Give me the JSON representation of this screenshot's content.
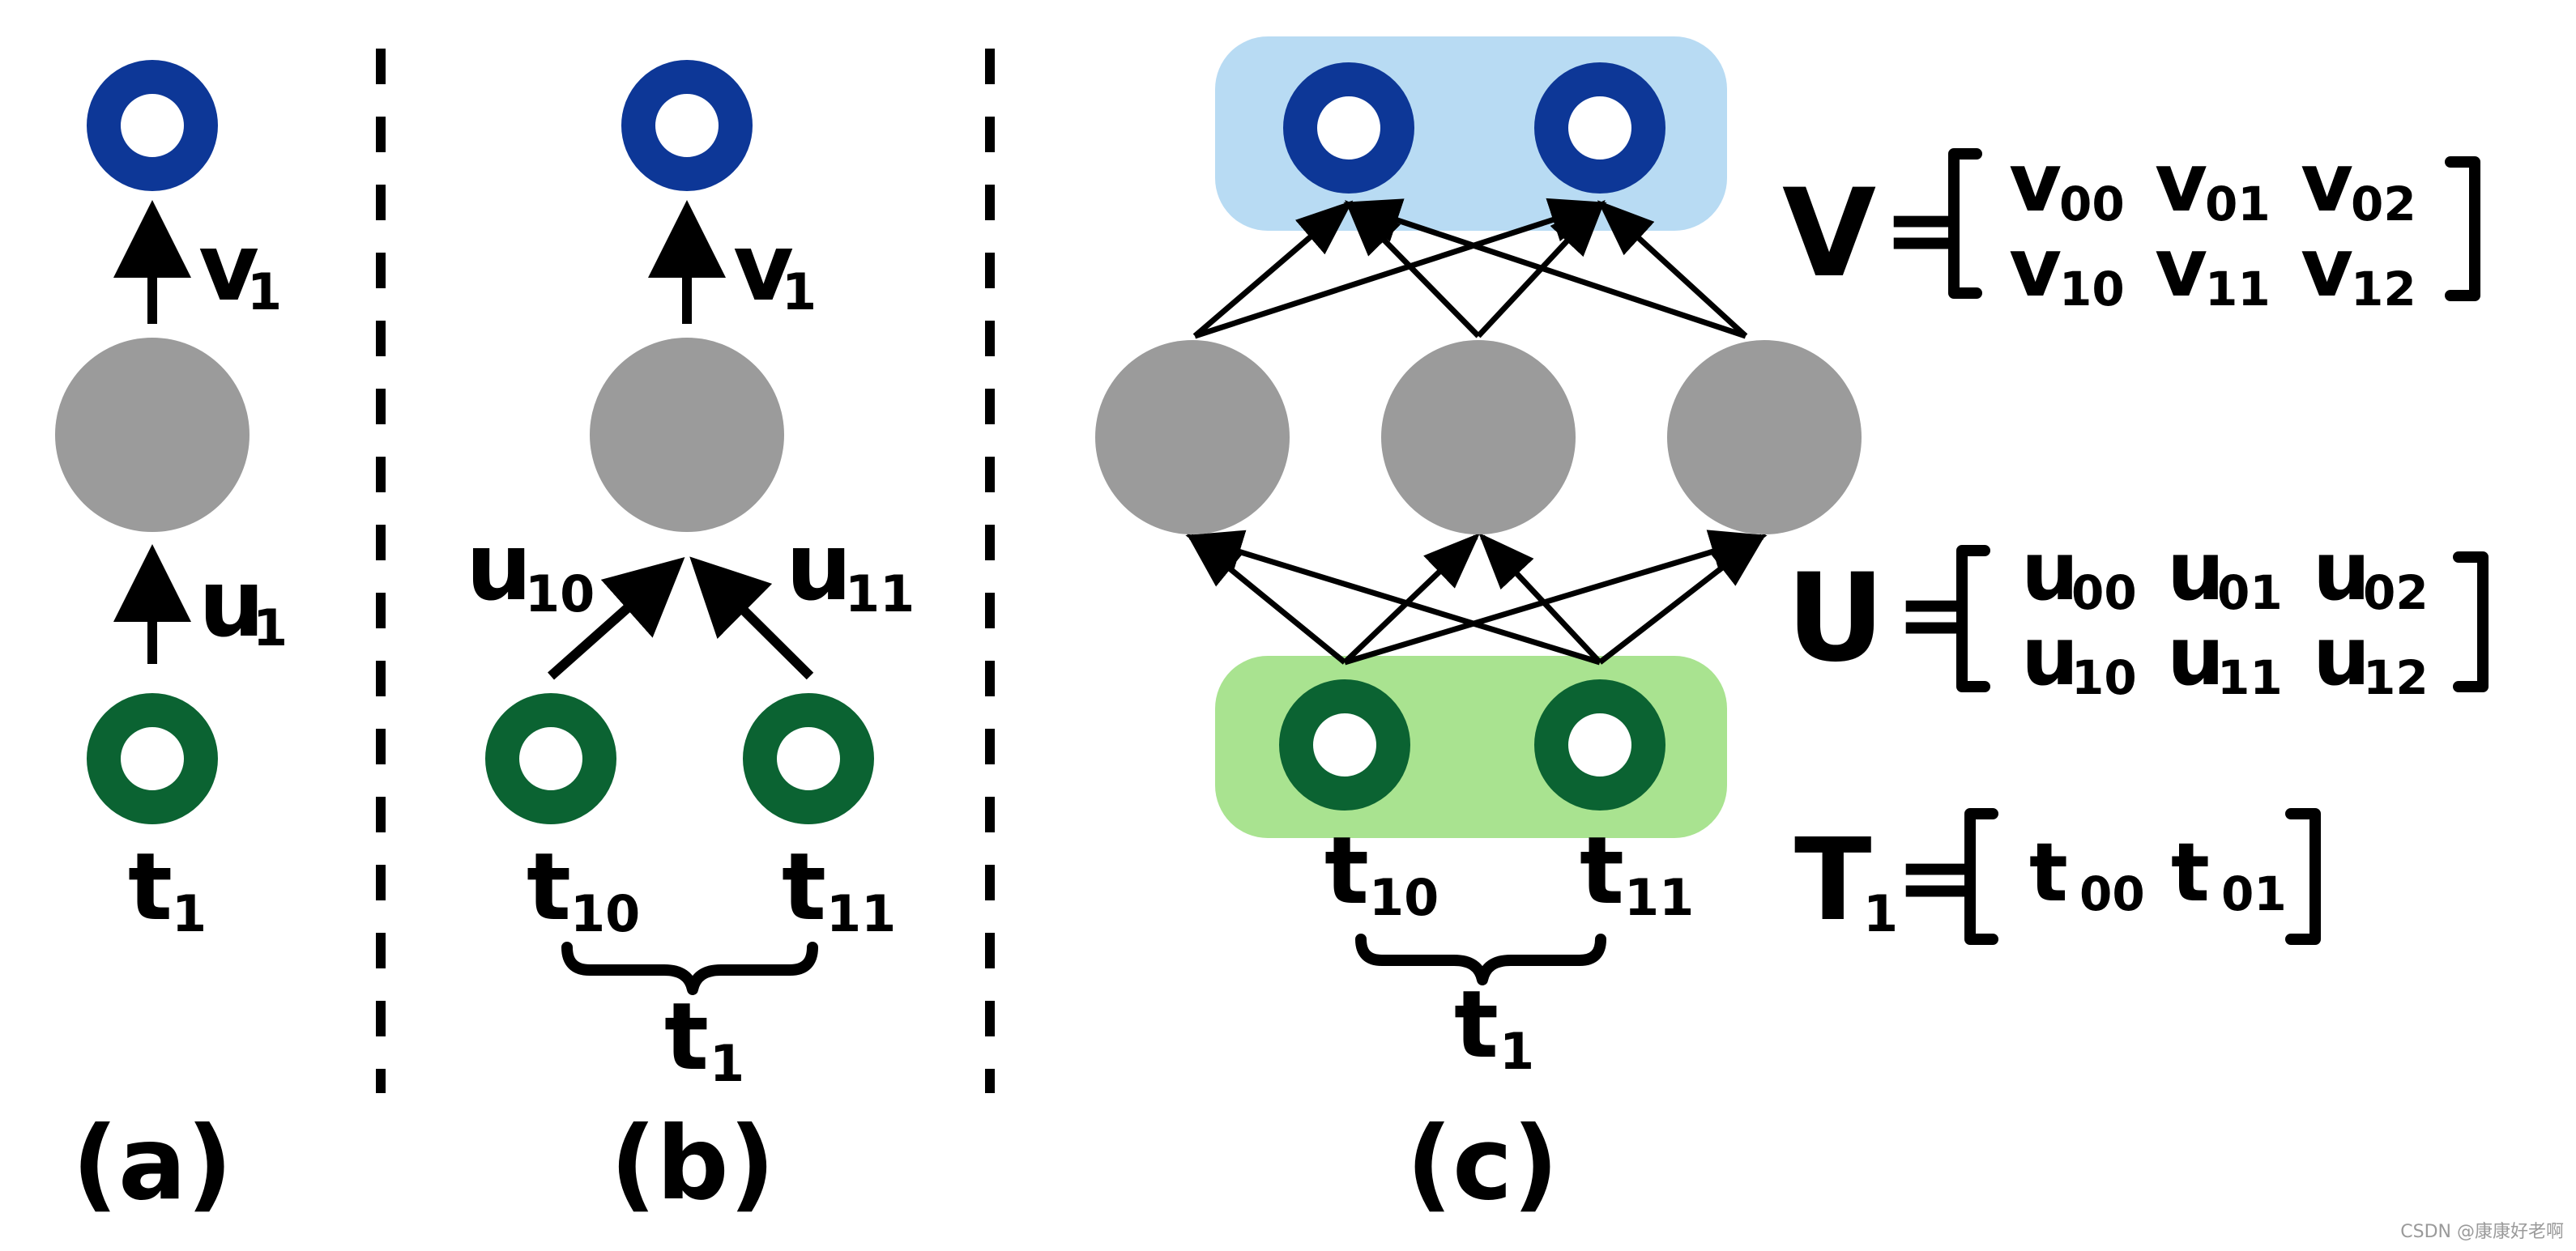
{
  "colors": {
    "output_node": "#0d3797",
    "input_node": "#0b6332",
    "hidden_node": "#9b9b9b",
    "output_group_bg": "#b8dbf3",
    "input_group_bg": "#a9e390",
    "line": "#000000"
  },
  "panel_a": {
    "caption": "(a)",
    "v_label": "v",
    "v_sub": "1",
    "u_label": "u",
    "u_sub": "1",
    "t_label": "t",
    "t_sub": "1"
  },
  "panel_b": {
    "caption": "(b)",
    "v_label": "v",
    "v_sub": "1",
    "u10_label": "u",
    "u10_sub": "10",
    "u11_label": "u",
    "u11_sub": "11",
    "t10_label": "t",
    "t10_sub": "10",
    "t11_label": "t",
    "t11_sub": "11",
    "t1_label": "t",
    "t1_sub": "1"
  },
  "panel_c": {
    "caption": "(c)",
    "t10_label": "t",
    "t10_sub": "10",
    "t11_label": "t",
    "t11_sub": "11",
    "t1_label": "t",
    "t1_sub": "1"
  },
  "equations": {
    "V": {
      "lhs": "V",
      "eq": "=",
      "row1": [
        [
          "v",
          "00"
        ],
        [
          "v",
          "01"
        ],
        [
          "v",
          "02"
        ]
      ],
      "row2": [
        [
          "v",
          "10"
        ],
        [
          "v",
          "11"
        ],
        [
          "v",
          "12"
        ]
      ]
    },
    "U": {
      "lhs": "U",
      "eq": "=",
      "row1": [
        [
          "u",
          "00"
        ],
        [
          "u",
          "01"
        ],
        [
          "u",
          "02"
        ]
      ],
      "row2": [
        [
          "u",
          "10"
        ],
        [
          "u",
          "11"
        ],
        [
          "u",
          "12"
        ]
      ]
    },
    "T": {
      "lhs": "T",
      "lhs_sub": "1",
      "eq": "=",
      "row1": [
        [
          "t",
          "00"
        ],
        [
          "t",
          "01"
        ]
      ]
    }
  },
  "watermark": "CSDN @康康好老啊"
}
